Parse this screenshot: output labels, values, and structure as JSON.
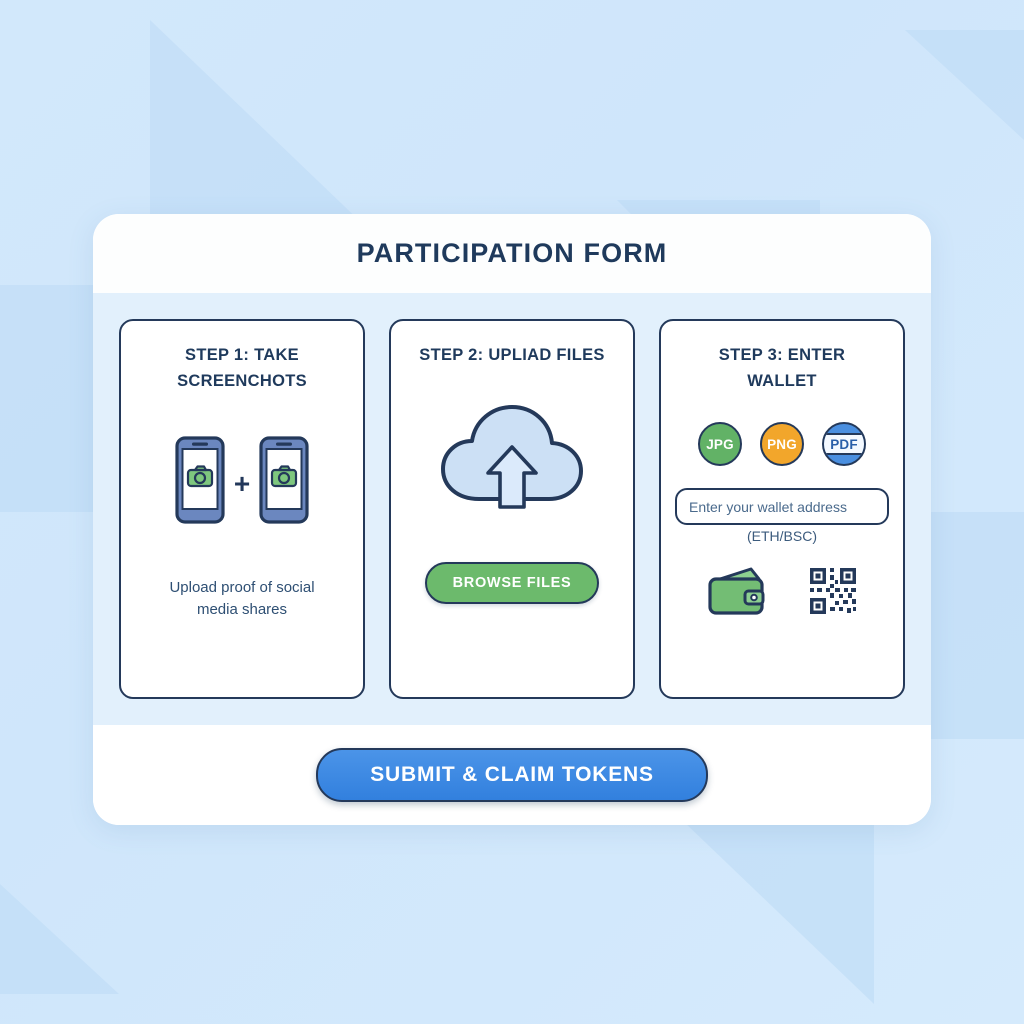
{
  "header": {
    "title": "PARTICIPATION FORM"
  },
  "steps": [
    {
      "title": "STEP 1: TAKE SCREENCHOTS",
      "caption": "Upload proof of social media shares",
      "separator": "+",
      "icons": [
        "phone-camera-icon",
        "phone-camera-icon"
      ]
    },
    {
      "title": "STEP 2: UPLIAD FILES",
      "button_label": "BROWSE FILES",
      "icons": [
        "cloud-upload-icon"
      ]
    },
    {
      "title": "STEP 3: ENTER WALLET",
      "formats": [
        {
          "label": "JPG",
          "color": "#62b266"
        },
        {
          "label": "PNG",
          "color": "#f2a62b"
        },
        {
          "label": "PDF",
          "color": "#4a8fe0"
        }
      ],
      "input_placeholder": "Enter your wallet address",
      "input_value": "",
      "chain_note": "(ETH/BSC)",
      "icons": [
        "wallet-icon",
        "qr-code-icon"
      ]
    }
  ],
  "footer": {
    "submit_label": "SUBMIT & CLAIM TOKENS"
  },
  "colors": {
    "page_background": "#cfe6fb",
    "panel_background": "#ffffff",
    "body_background": "#e2f0fc",
    "outline": "#24395a",
    "title_text": "#1f3a5c",
    "accent_blue": "#3280de",
    "accent_green": "#6cba6c",
    "accent_orange": "#f2a62b"
  }
}
